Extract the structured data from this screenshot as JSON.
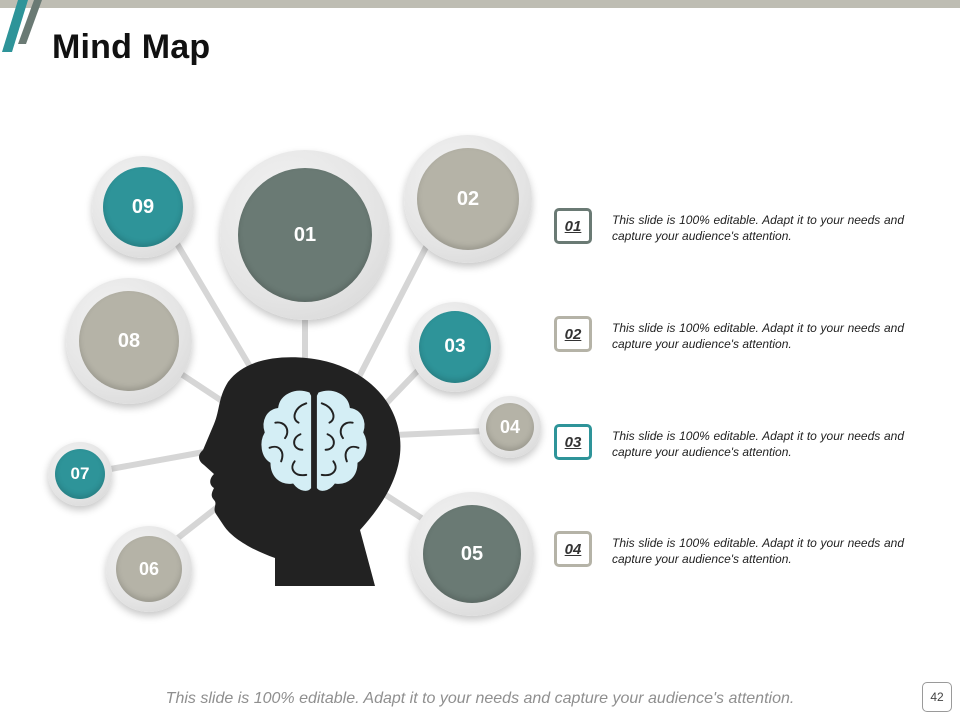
{
  "slide": {
    "title": "Mind Map",
    "footer": "This slide is 100% editable. Adapt it to your needs and capture your audience's attention.",
    "page_number": "42"
  },
  "colors": {
    "teal": "#2e9499",
    "slate": "#6a7a74",
    "taupe": "#b5b3a7",
    "connector": "#d6d6d6",
    "head": "#222222",
    "brain": "#d4eef5",
    "top_bar": "#bebdb3"
  },
  "nodes": [
    {
      "label": "01",
      "color": "slate"
    },
    {
      "label": "02",
      "color": "taupe"
    },
    {
      "label": "03",
      "color": "teal"
    },
    {
      "label": "04",
      "color": "taupe"
    },
    {
      "label": "05",
      "color": "slate"
    },
    {
      "label": "06",
      "color": "taupe"
    },
    {
      "label": "07",
      "color": "teal"
    },
    {
      "label": "08",
      "color": "taupe"
    },
    {
      "label": "09",
      "color": "teal"
    }
  ],
  "legend": [
    {
      "num": "01",
      "text": "This slide is 100% editable. Adapt it to your needs and capture your audience's attention."
    },
    {
      "num": "02",
      "text": "This slide is 100% editable. Adapt it to your needs and capture your audience's attention."
    },
    {
      "num": "03",
      "text": "This slide is 100% editable. Adapt it to your needs and capture your audience's attention."
    },
    {
      "num": "04",
      "text": "This slide is 100% editable. Adapt it to your needs and capture your audience's attention."
    }
  ],
  "icons": [
    "head-silhouette-icon",
    "brain-icon"
  ]
}
